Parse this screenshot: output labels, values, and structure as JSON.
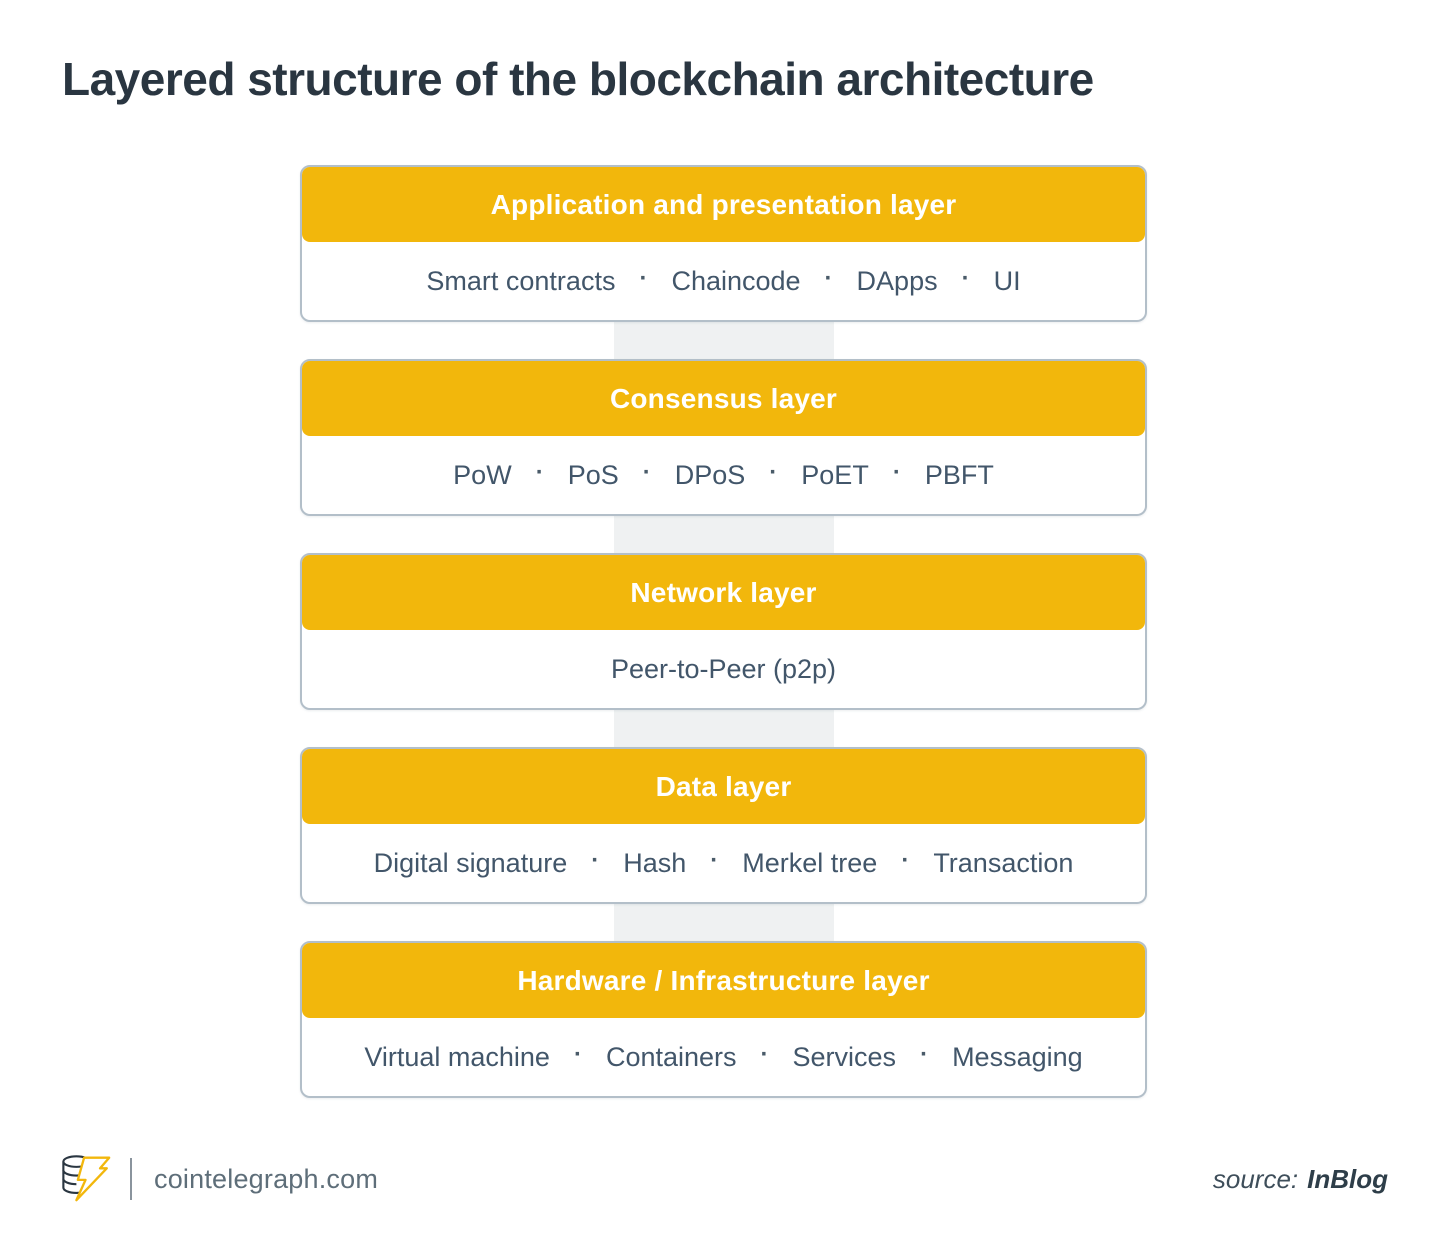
{
  "title": "Layered structure of the blockchain architecture",
  "separator": "·",
  "layers": [
    {
      "header": "Application and presentation layer",
      "items": [
        "Smart contracts",
        "Chaincode",
        "DApps",
        "UI"
      ]
    },
    {
      "header": "Consensus layer",
      "items": [
        "PoW",
        "PoS",
        "DPoS",
        "PoET",
        "PBFT"
      ]
    },
    {
      "header": "Network layer",
      "items": [
        "Peer-to-Peer (p2p)"
      ]
    },
    {
      "header": "Data layer",
      "items": [
        "Digital signature",
        "Hash",
        "Merkel tree",
        "Transaction"
      ]
    },
    {
      "header": "Hardware / Infrastructure layer",
      "items": [
        "Virtual machine",
        "Containers",
        "Services",
        "Messaging"
      ]
    }
  ],
  "footer": {
    "site": "cointelegraph.com",
    "source_label": "source:",
    "source_value": "InBlog",
    "logo": "cointelegraph-logo"
  },
  "colors": {
    "accent_yellow": "#f2b70c",
    "box_border": "#b3bfc9",
    "spine_gray": "#eff1f2",
    "title_text": "#2a3641",
    "body_text": "#42566a",
    "header_text": "#ffffff",
    "footer_text": "#5e6e79"
  }
}
